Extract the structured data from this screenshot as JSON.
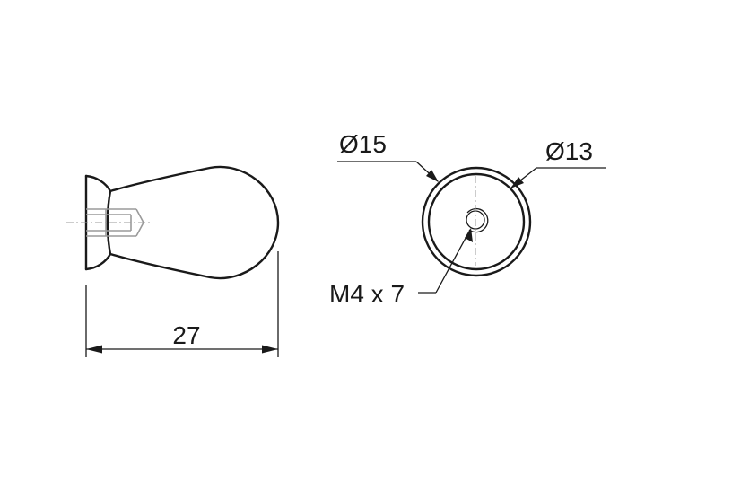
{
  "side_view": {
    "length_dimension": "27"
  },
  "end_view": {
    "outer_diameter_label": "Ø15",
    "inner_diameter_label": "Ø13",
    "thread_label": "M4 x 7"
  }
}
